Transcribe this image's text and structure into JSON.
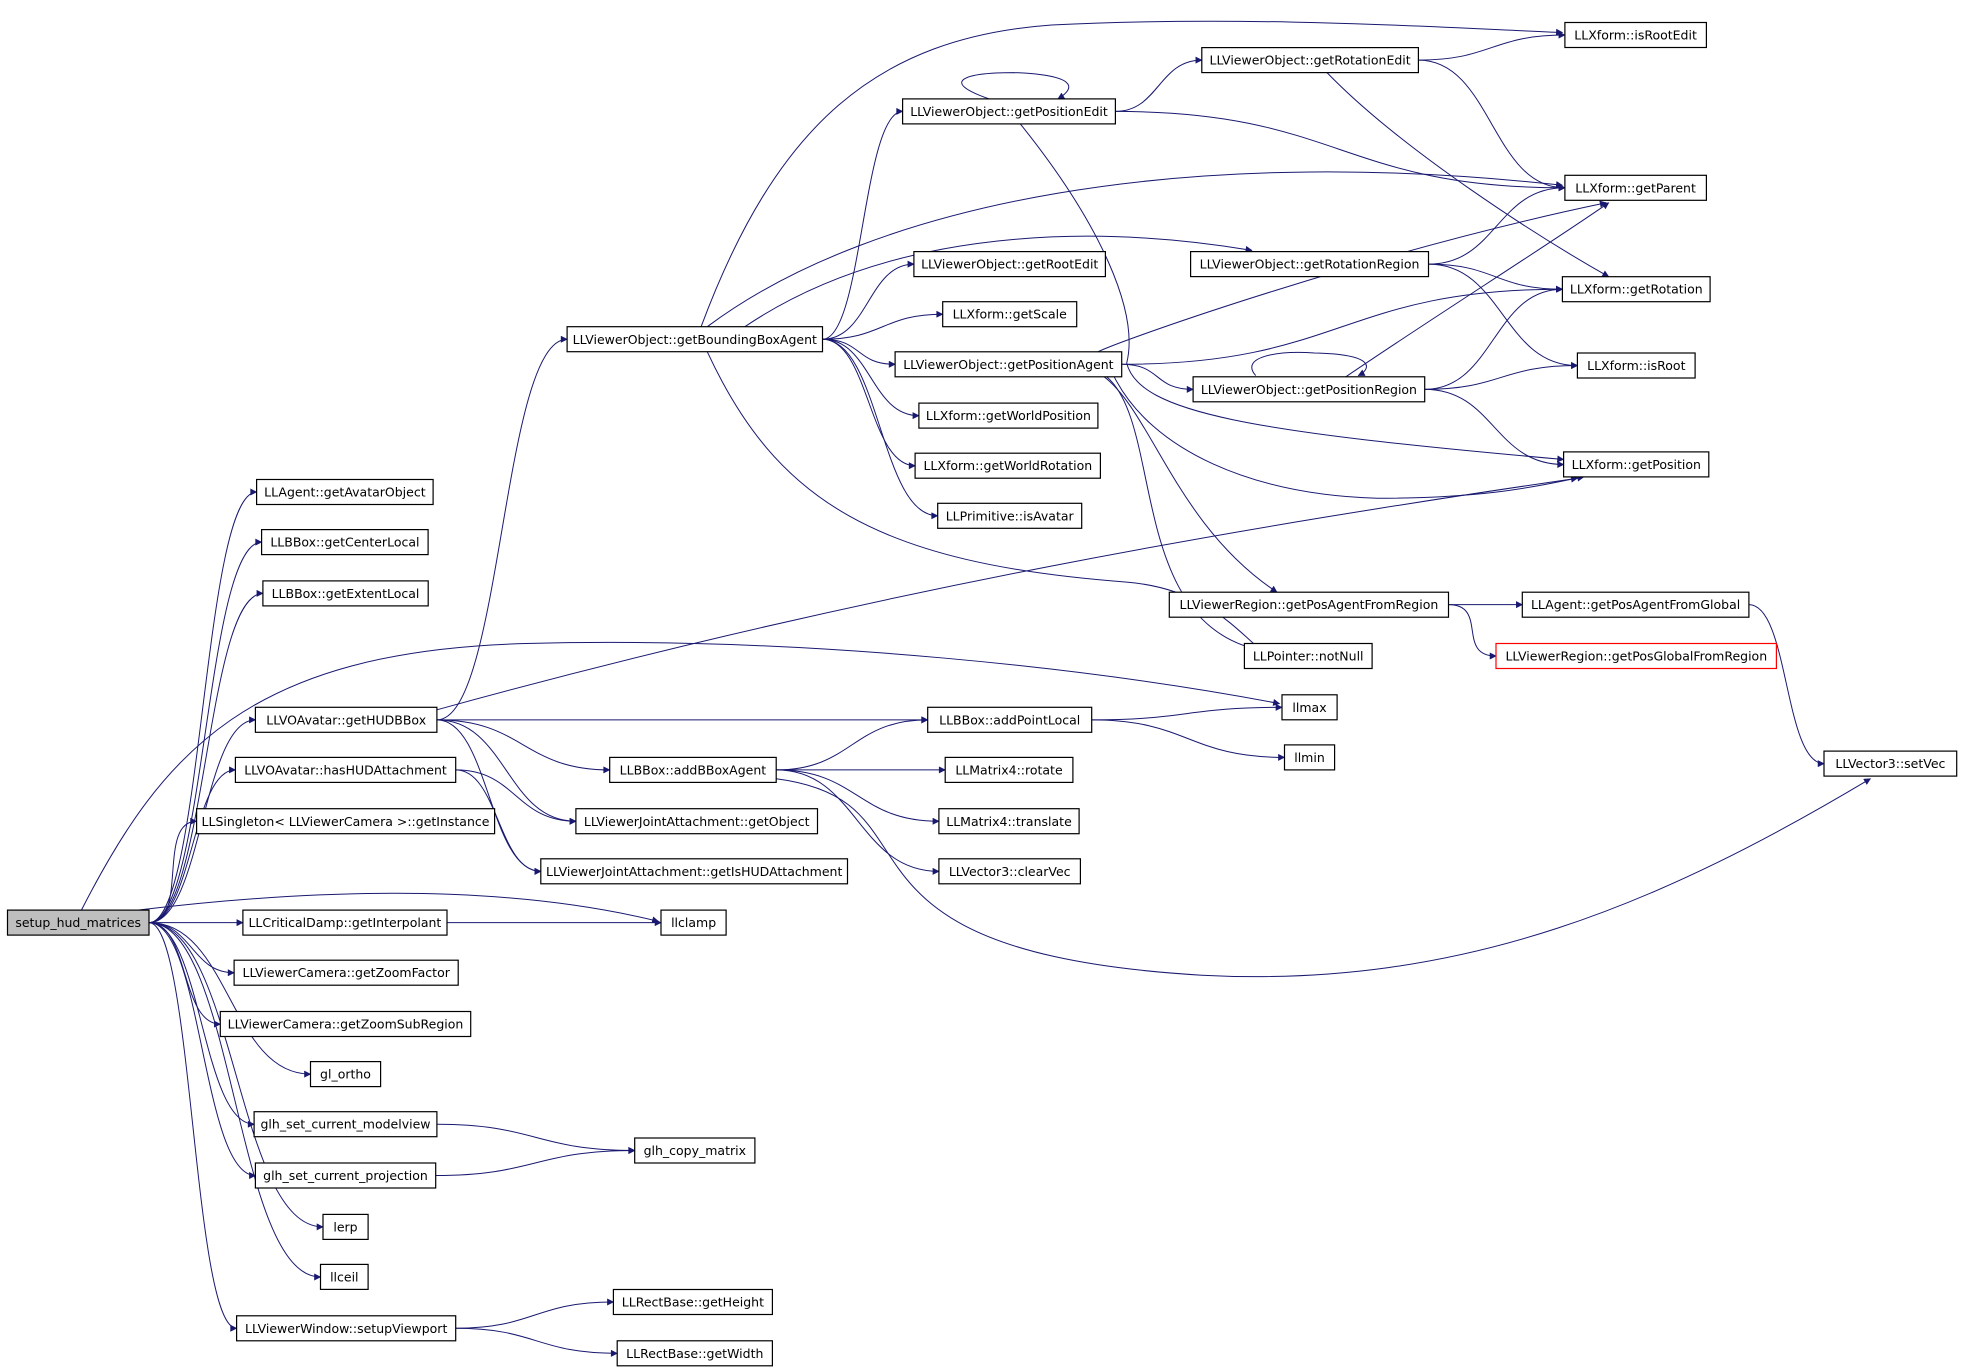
{
  "diagram": {
    "type": "call-graph",
    "edge_color": "#191970",
    "root": "setup_hud_matrices",
    "nodes": [
      {
        "id": "setup_hud",
        "label": "setup_hud_matrices",
        "style": "root"
      },
      {
        "id": "getAvatarObject",
        "label": "LLAgent::getAvatarObject"
      },
      {
        "id": "getCenterLocal",
        "label": "LLBBox::getCenterLocal"
      },
      {
        "id": "getExtentLocal",
        "label": "LLBBox::getExtentLocal"
      },
      {
        "id": "getHUDBBox",
        "label": "LLVOAvatar::getHUDBBox"
      },
      {
        "id": "hasHUDAttachment",
        "label": "LLVOAvatar::hasHUDAttachment"
      },
      {
        "id": "getInstance",
        "label": "LLSingleton< LLViewerCamera >::getInstance"
      },
      {
        "id": "getInterpolant",
        "label": "LLCriticalDamp::getInterpolant"
      },
      {
        "id": "getZoomFactor",
        "label": "LLViewerCamera::getZoomFactor"
      },
      {
        "id": "getZoomSubRegion",
        "label": "LLViewerCamera::getZoomSubRegion"
      },
      {
        "id": "gl_ortho",
        "label": "gl_ortho"
      },
      {
        "id": "glh_modelview",
        "label": "glh_set_current_modelview"
      },
      {
        "id": "glh_projection",
        "label": "glh_set_current_projection"
      },
      {
        "id": "lerp",
        "label": "lerp"
      },
      {
        "id": "llceil",
        "label": "llceil"
      },
      {
        "id": "setupViewport",
        "label": "LLViewerWindow::setupViewport"
      },
      {
        "id": "getBoundingBoxAgent",
        "label": "LLViewerObject::getBoundingBoxAgent"
      },
      {
        "id": "addBBoxAgent",
        "label": "LLBBox::addBBoxAgent"
      },
      {
        "id": "ja_getObject",
        "label": "LLViewerJointAttachment::getObject"
      },
      {
        "id": "ja_getIsHUD",
        "label": "LLViewerJointAttachment::getIsHUDAttachment"
      },
      {
        "id": "llclamp",
        "label": "llclamp"
      },
      {
        "id": "glh_copy_matrix",
        "label": "glh_copy_matrix"
      },
      {
        "id": "getHeight",
        "label": "LLRectBase::getHeight"
      },
      {
        "id": "getWidth",
        "label": "LLRectBase::getWidth"
      },
      {
        "id": "getPositionEdit",
        "label": "LLViewerObject::getPositionEdit"
      },
      {
        "id": "getRootEdit",
        "label": "LLViewerObject::getRootEdit"
      },
      {
        "id": "getScale",
        "label": "LLXform::getScale"
      },
      {
        "id": "getPositionAgent",
        "label": "LLViewerObject::getPositionAgent"
      },
      {
        "id": "getWorldPosition",
        "label": "LLXform::getWorldPosition"
      },
      {
        "id": "getWorldRotation",
        "label": "LLXform::getWorldRotation"
      },
      {
        "id": "isAvatar",
        "label": "LLPrimitive::isAvatar"
      },
      {
        "id": "addPointLocal",
        "label": "LLBBox::addPointLocal"
      },
      {
        "id": "m4_rotate",
        "label": "LLMatrix4::rotate"
      },
      {
        "id": "m4_translate",
        "label": "LLMatrix4::translate"
      },
      {
        "id": "clearVec",
        "label": "LLVector3::clearVec"
      },
      {
        "id": "getRotationEdit",
        "label": "LLViewerObject::getRotationEdit"
      },
      {
        "id": "getRotationRegion",
        "label": "LLViewerObject::getRotationRegion"
      },
      {
        "id": "getPositionRegion",
        "label": "LLViewerObject::getPositionRegion"
      },
      {
        "id": "getPosAgentFromRegion",
        "label": "LLViewerRegion::getPosAgentFromRegion"
      },
      {
        "id": "notNull",
        "label": "LLPointer::notNull"
      },
      {
        "id": "llmax",
        "label": "llmax"
      },
      {
        "id": "llmin",
        "label": "llmin"
      },
      {
        "id": "isRootEdit",
        "label": "LLXform::isRootEdit"
      },
      {
        "id": "getParent",
        "label": "LLXform::getParent"
      },
      {
        "id": "getRotation",
        "label": "LLXform::getRotation"
      },
      {
        "id": "isRoot",
        "label": "LLXform::isRoot"
      },
      {
        "id": "getPosition",
        "label": "LLXform::getPosition"
      },
      {
        "id": "getPosAgentFromGlobal",
        "label": "LLAgent::getPosAgentFromGlobal"
      },
      {
        "id": "getPosGlobalFromRegion",
        "label": "LLViewerRegion::getPosGlobalFromRegion",
        "style": "missing"
      },
      {
        "id": "setVec",
        "label": "LLVector3::setVec"
      }
    ],
    "edges": [
      [
        "setup_hud",
        "getAvatarObject"
      ],
      [
        "setup_hud",
        "getCenterLocal"
      ],
      [
        "setup_hud",
        "getExtentLocal"
      ],
      [
        "setup_hud",
        "getHUDBBox"
      ],
      [
        "setup_hud",
        "hasHUDAttachment"
      ],
      [
        "setup_hud",
        "getInstance"
      ],
      [
        "setup_hud",
        "getInterpolant"
      ],
      [
        "setup_hud",
        "getZoomFactor"
      ],
      [
        "setup_hud",
        "getZoomSubRegion"
      ],
      [
        "setup_hud",
        "gl_ortho"
      ],
      [
        "setup_hud",
        "glh_modelview"
      ],
      [
        "setup_hud",
        "glh_projection"
      ],
      [
        "setup_hud",
        "lerp"
      ],
      [
        "setup_hud",
        "llceil"
      ],
      [
        "setup_hud",
        "setupViewport"
      ],
      [
        "setup_hud",
        "llmax"
      ],
      [
        "setup_hud",
        "llclamp"
      ],
      [
        "getHUDBBox",
        "getBoundingBoxAgent"
      ],
      [
        "getHUDBBox",
        "addPointLocal"
      ],
      [
        "getHUDBBox",
        "addBBoxAgent"
      ],
      [
        "getHUDBBox",
        "ja_getObject"
      ],
      [
        "getHUDBBox",
        "ja_getIsHUD"
      ],
      [
        "getHUDBBox",
        "getPosition"
      ],
      [
        "hasHUDAttachment",
        "ja_getObject"
      ],
      [
        "hasHUDAttachment",
        "ja_getIsHUD"
      ],
      [
        "getInterpolant",
        "llclamp"
      ],
      [
        "glh_modelview",
        "glh_copy_matrix"
      ],
      [
        "glh_projection",
        "glh_copy_matrix"
      ],
      [
        "setupViewport",
        "getHeight"
      ],
      [
        "setupViewport",
        "getWidth"
      ],
      [
        "getBoundingBoxAgent",
        "getPositionEdit"
      ],
      [
        "getBoundingBoxAgent",
        "getRootEdit"
      ],
      [
        "getBoundingBoxAgent",
        "getScale"
      ],
      [
        "getBoundingBoxAgent",
        "getPositionAgent"
      ],
      [
        "getBoundingBoxAgent",
        "getWorldPosition"
      ],
      [
        "getBoundingBoxAgent",
        "getWorldRotation"
      ],
      [
        "getBoundingBoxAgent",
        "isAvatar"
      ],
      [
        "getBoundingBoxAgent",
        "isRootEdit"
      ],
      [
        "getBoundingBoxAgent",
        "getParent"
      ],
      [
        "getBoundingBoxAgent",
        "getRotationRegion"
      ],
      [
        "getBoundingBoxAgent",
        "notNull"
      ],
      [
        "addBBoxAgent",
        "addPointLocal"
      ],
      [
        "addBBoxAgent",
        "m4_rotate"
      ],
      [
        "addBBoxAgent",
        "m4_translate"
      ],
      [
        "addBBoxAgent",
        "clearVec"
      ],
      [
        "addBBoxAgent",
        "setVec"
      ],
      [
        "addPointLocal",
        "llmax"
      ],
      [
        "addPointLocal",
        "llmin"
      ],
      [
        "getPositionEdit",
        "getPositionEdit"
      ],
      [
        "getPositionEdit",
        "getRotationEdit"
      ],
      [
        "getPositionEdit",
        "getParent"
      ],
      [
        "getPositionEdit",
        "getPosition"
      ],
      [
        "getRotationEdit",
        "isRootEdit"
      ],
      [
        "getRotationEdit",
        "getParent"
      ],
      [
        "getRotationEdit",
        "getRotation"
      ],
      [
        "getPositionAgent",
        "getParent"
      ],
      [
        "getPositionAgent",
        "getRotation"
      ],
      [
        "getPositionAgent",
        "getPositionRegion"
      ],
      [
        "getPositionAgent",
        "getPosition"
      ],
      [
        "getPositionAgent",
        "getPosAgentFromRegion"
      ],
      [
        "getPositionAgent",
        "notNull"
      ],
      [
        "getRotationRegion",
        "getParent"
      ],
      [
        "getRotationRegion",
        "getRotation"
      ],
      [
        "getRotationRegion",
        "isRoot"
      ],
      [
        "getPositionRegion",
        "getPositionRegion"
      ],
      [
        "getPositionRegion",
        "getParent"
      ],
      [
        "getPositionRegion",
        "getRotation"
      ],
      [
        "getPositionRegion",
        "isRoot"
      ],
      [
        "getPositionRegion",
        "getPosition"
      ],
      [
        "getPosAgentFromRegion",
        "getPosAgentFromGlobal"
      ],
      [
        "getPosAgentFromRegion",
        "getPosGlobalFromRegion"
      ],
      [
        "getPosAgentFromGlobal",
        "setVec"
      ]
    ]
  }
}
